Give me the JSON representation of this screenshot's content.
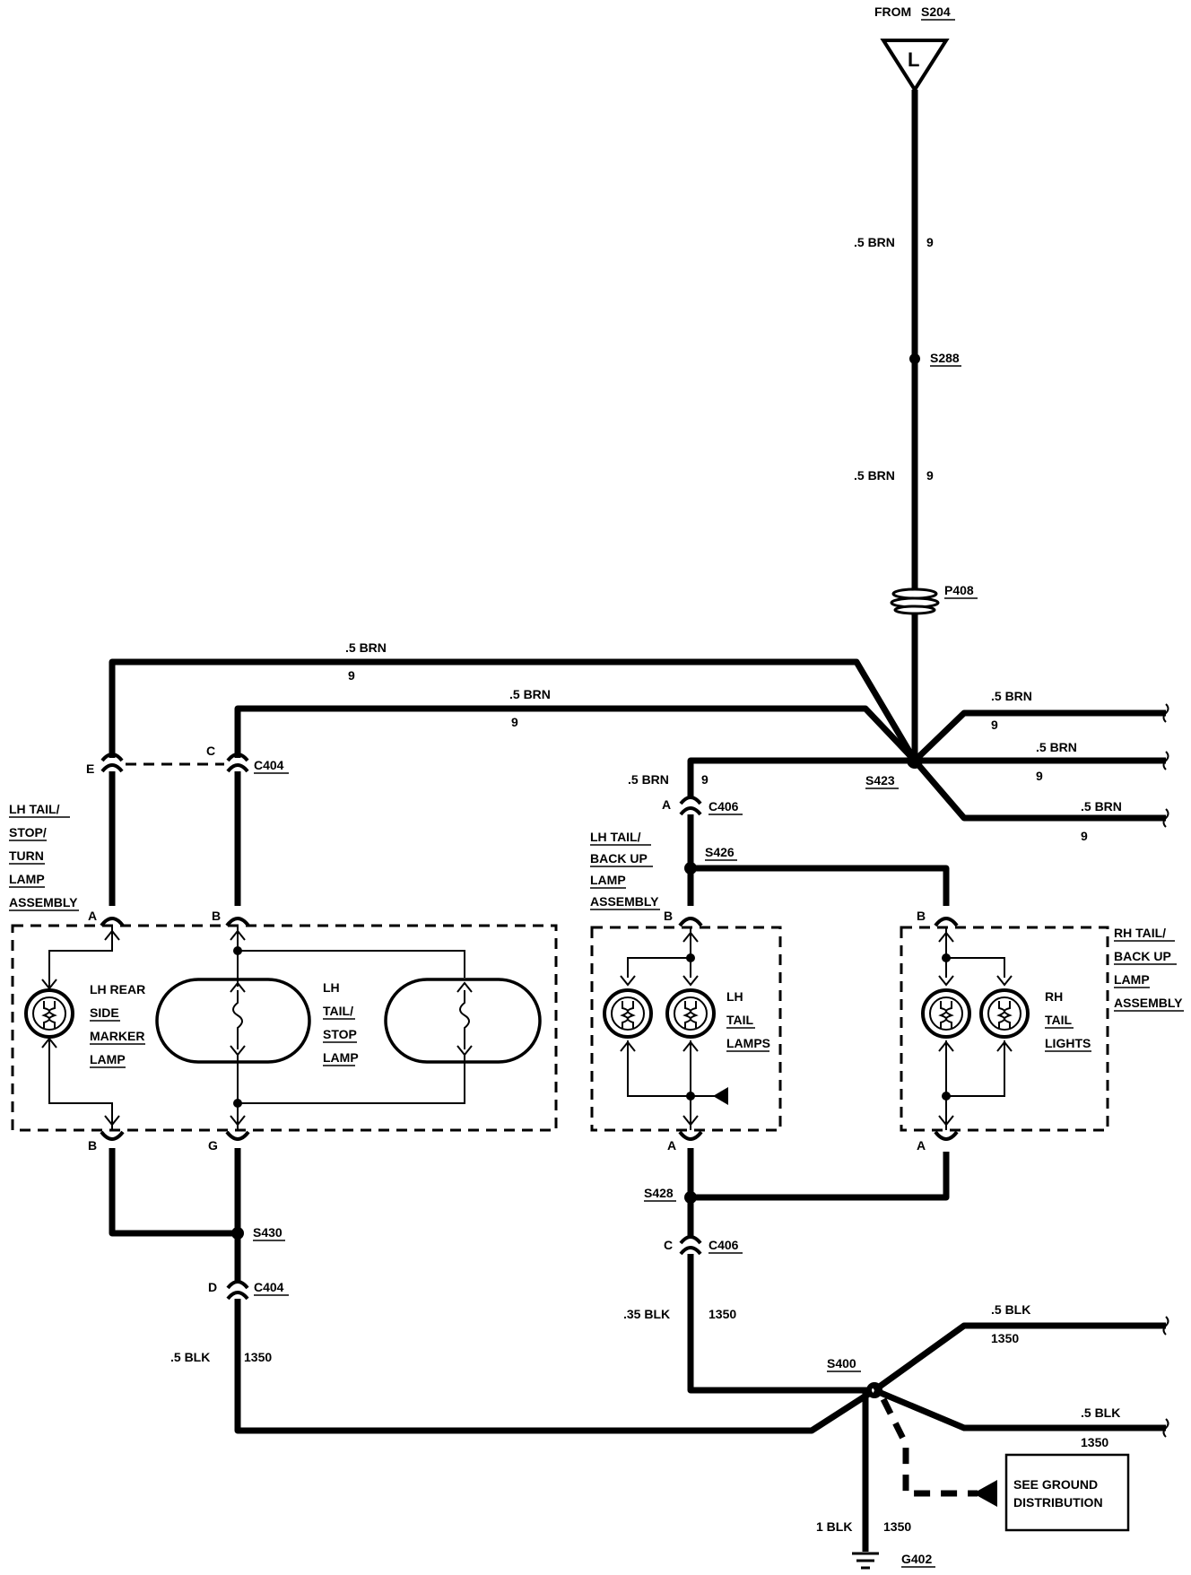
{
  "header": {
    "from_label": "FROM",
    "from_ref": "S204",
    "source_letter": "L"
  },
  "splices": {
    "s288": "S288",
    "s423": "S423",
    "s426": "S426",
    "s428": "S428",
    "s430": "S430",
    "s400": "S400"
  },
  "passthrough": {
    "p408": "P408"
  },
  "ground": {
    "g402": "G402"
  },
  "connectors": {
    "c404_upper": "C404",
    "c404_lower": "C404",
    "c406_upper": "C406",
    "c406_lower": "C406"
  },
  "pins": {
    "e": "E",
    "c_c404": "C",
    "a_lh_stop": "A",
    "b_lh_stop": "B",
    "b_lh_bottom": "B",
    "g_lh_bottom": "G",
    "d_c404": "D",
    "a_c406": "A",
    "b_backup_lh": "B",
    "a_backup_lh_bottom": "A",
    "c_c406": "C",
    "b_rh": "B",
    "a_rh_bottom": "A"
  },
  "wires": {
    "top_upper": {
      "gauge": ".5 BRN",
      "circuit": "9"
    },
    "top_lower": {
      "gauge": ".5 BRN",
      "circuit": "9"
    },
    "left_a": {
      "gauge": ".5 BRN",
      "circuit": "9"
    },
    "left_b": {
      "gauge": ".5 BRN",
      "circuit": "9"
    },
    "right_1": {
      "gauge": ".5 BRN",
      "circuit": "9"
    },
    "right_2": {
      "gauge": ".5 BRN",
      "circuit": "9"
    },
    "right_3": {
      "gauge": ".5 BRN",
      "circuit": "9"
    },
    "backup_feed": {
      "gauge": ".5 BRN",
      "circuit": "9"
    },
    "gnd_left": {
      "gauge": ".5 BLK",
      "circuit": "1350"
    },
    "gnd_mid": {
      "gauge": ".35 BLK",
      "circuit": "1350"
    },
    "gnd_right_1": {
      "gauge": ".5 BLK",
      "circuit": "1350"
    },
    "gnd_right_2": {
      "gauge": ".5 BLK",
      "circuit": "1350"
    },
    "gnd_main": {
      "gauge": "1 BLK",
      "circuit": "1350"
    }
  },
  "components": {
    "lh_stop_assembly": [
      "LH TAIL/",
      "STOP/",
      "TURN",
      "LAMP",
      "ASSEMBLY"
    ],
    "lh_side_marker": [
      "LH REAR",
      "SIDE",
      "MARKER",
      "LAMP"
    ],
    "lh_tail_stop": [
      "LH",
      "TAIL/",
      "STOP",
      "LAMP"
    ],
    "lh_backup_assembly": [
      "LH TAIL/",
      "BACK UP",
      "LAMP",
      "ASSEMBLY"
    ],
    "lh_tail_lamps": [
      "LH",
      "TAIL",
      "LAMPS"
    ],
    "rh_backup_assembly": [
      "RH TAIL/",
      "BACK UP",
      "LAMP",
      "ASSEMBLY"
    ],
    "rh_tail_lights": [
      "RH",
      "TAIL",
      "LIGHTS"
    ]
  },
  "note": {
    "lines": [
      "SEE GROUND",
      "DISTRIBUTION"
    ]
  }
}
